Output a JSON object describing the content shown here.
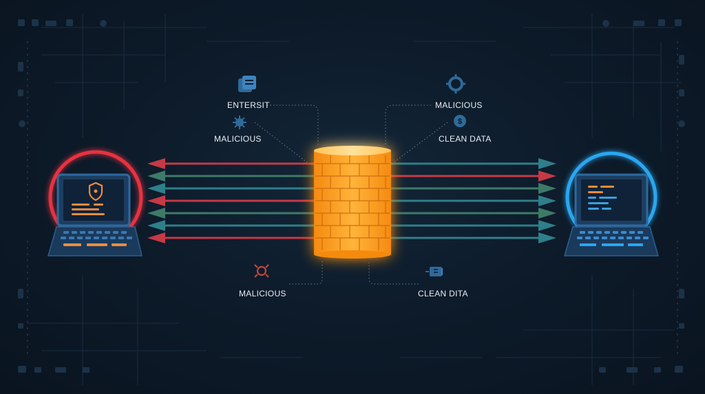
{
  "colors": {
    "background": "#0d1b2a",
    "left_accent": "#e8333f",
    "right_accent": "#2aa6f0",
    "firewall": "#ffa11e",
    "arrow_red": "#c63946",
    "arrow_green": "#3e7a68",
    "arrow_teal": "#2f7f8a",
    "label_text": "#e8eef4"
  },
  "left_device": {
    "icon": "laptop-icon",
    "screen_icon": "shield-icon"
  },
  "right_device": {
    "icon": "laptop-icon"
  },
  "firewall": {
    "icon": "brick-firewall-icon"
  },
  "callouts": {
    "top_left_1": {
      "label": "ENTERSIT",
      "icon": "stack-icon"
    },
    "top_left_2": {
      "label": "MALICIOUS",
      "icon": "virus-icon"
    },
    "bottom_left": {
      "label": "MALICIOUS",
      "icon": "bug-icon"
    },
    "top_right_1": {
      "label": "MALICIOUS",
      "icon": "gear-icon"
    },
    "top_right_2": {
      "label": "CLEAN DATA",
      "icon": "coin-icon"
    },
    "bottom_right": {
      "label": "CLEAN DITA",
      "icon": "data-transfer-icon"
    }
  },
  "left_arrows": [
    "red",
    "green",
    "teal",
    "red",
    "green",
    "teal",
    "red"
  ],
  "right_arrows": [
    "teal",
    "red",
    "green",
    "teal",
    "green",
    "teal",
    "teal"
  ]
}
